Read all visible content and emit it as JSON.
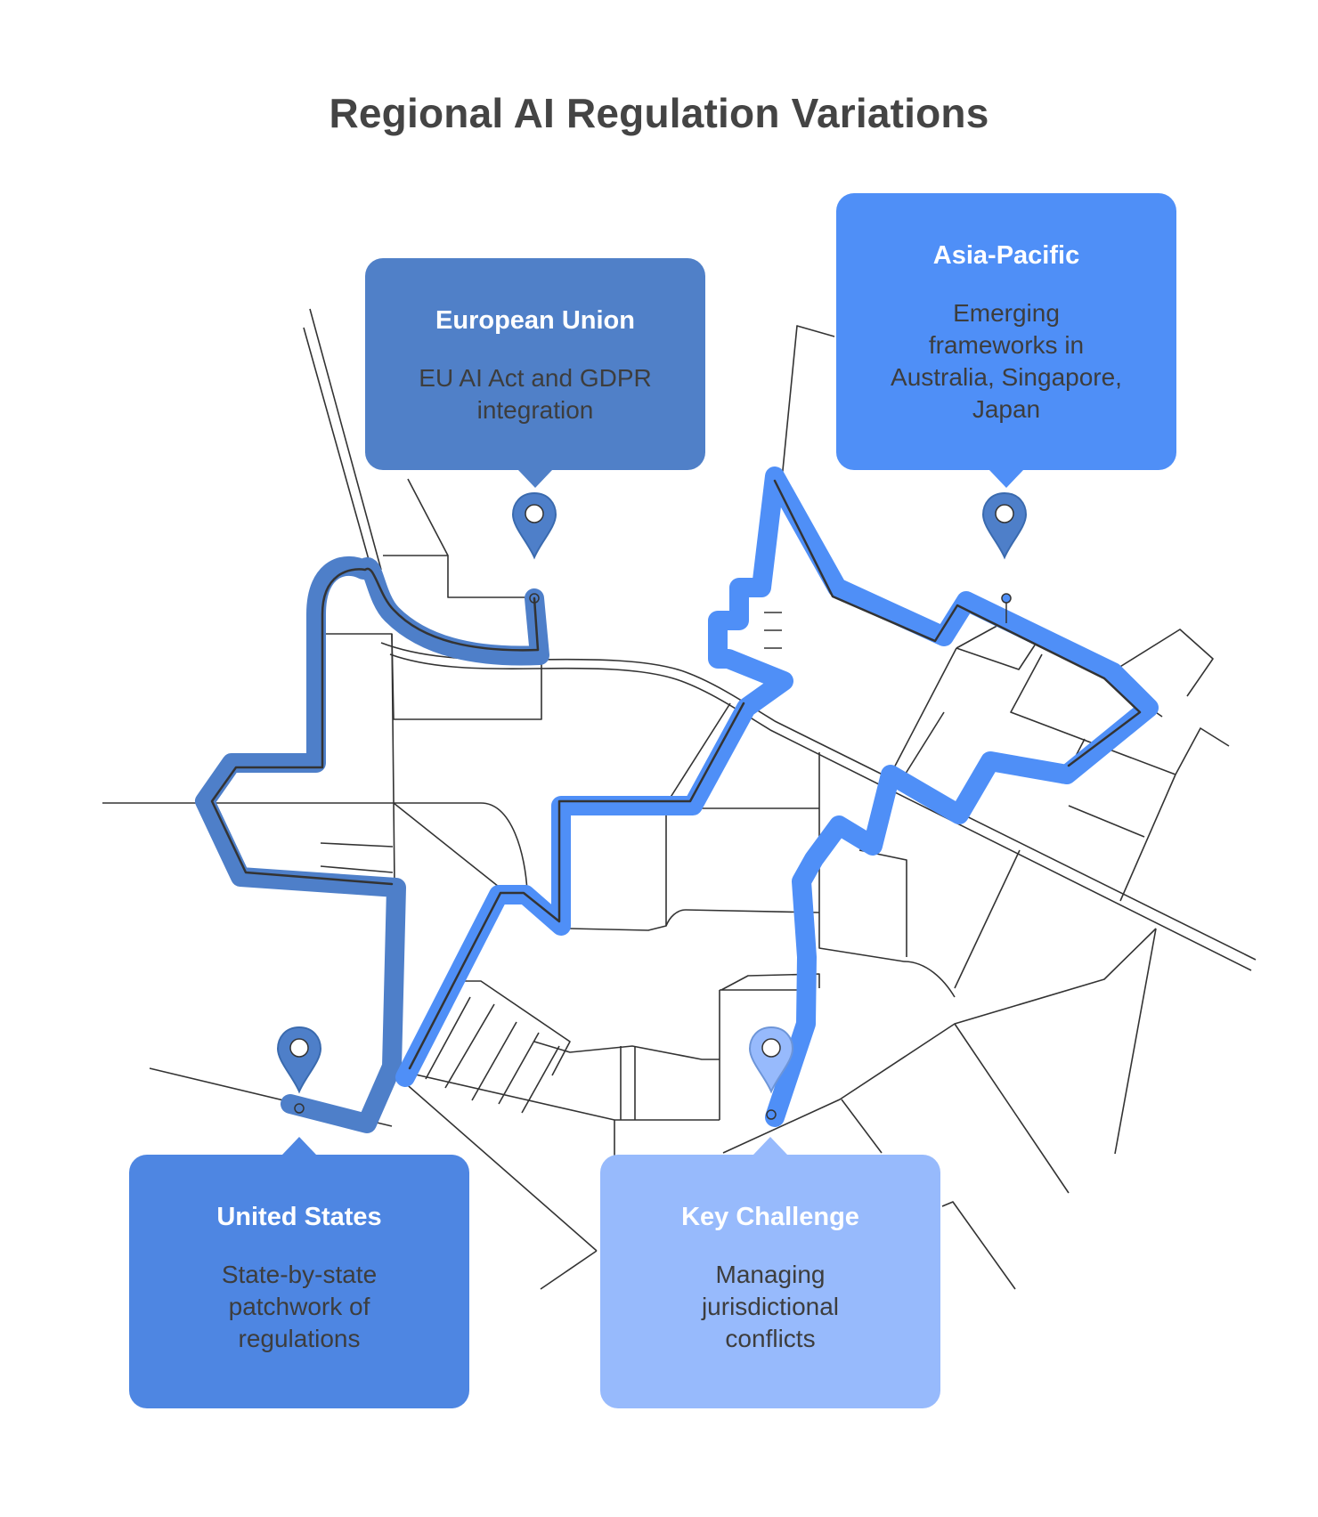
{
  "title": "Regional AI Regulation Variations",
  "colors": {
    "european_union": "#5080c8",
    "asia_pacific": "#4f8ff7",
    "united_states": "#4e86e2",
    "key_challenge": "#97bafc",
    "route_eu": "#4e7fc9",
    "route_main": "#4f8ff7",
    "pin": "#4e7fc9",
    "pin_light": "#97bafc",
    "roads": "#333333",
    "title": "#444444"
  },
  "callouts": {
    "european_union": {
      "heading": "European Union",
      "lines": [
        "EU AI Act and GDPR",
        "integration"
      ]
    },
    "asia_pacific": {
      "heading": "Asia-Pacific",
      "lines": [
        "Emerging",
        "frameworks in",
        "Australia, Singapore,",
        "Japan"
      ]
    },
    "united_states": {
      "heading": "United States",
      "lines": [
        "State-by-state",
        "patchwork of",
        "regulations"
      ]
    },
    "key_challenge": {
      "heading": "Key Challenge",
      "lines": [
        "Managing",
        "jurisdictional",
        "conflicts"
      ]
    }
  },
  "icons": {
    "pin": "map-pin-icon"
  }
}
